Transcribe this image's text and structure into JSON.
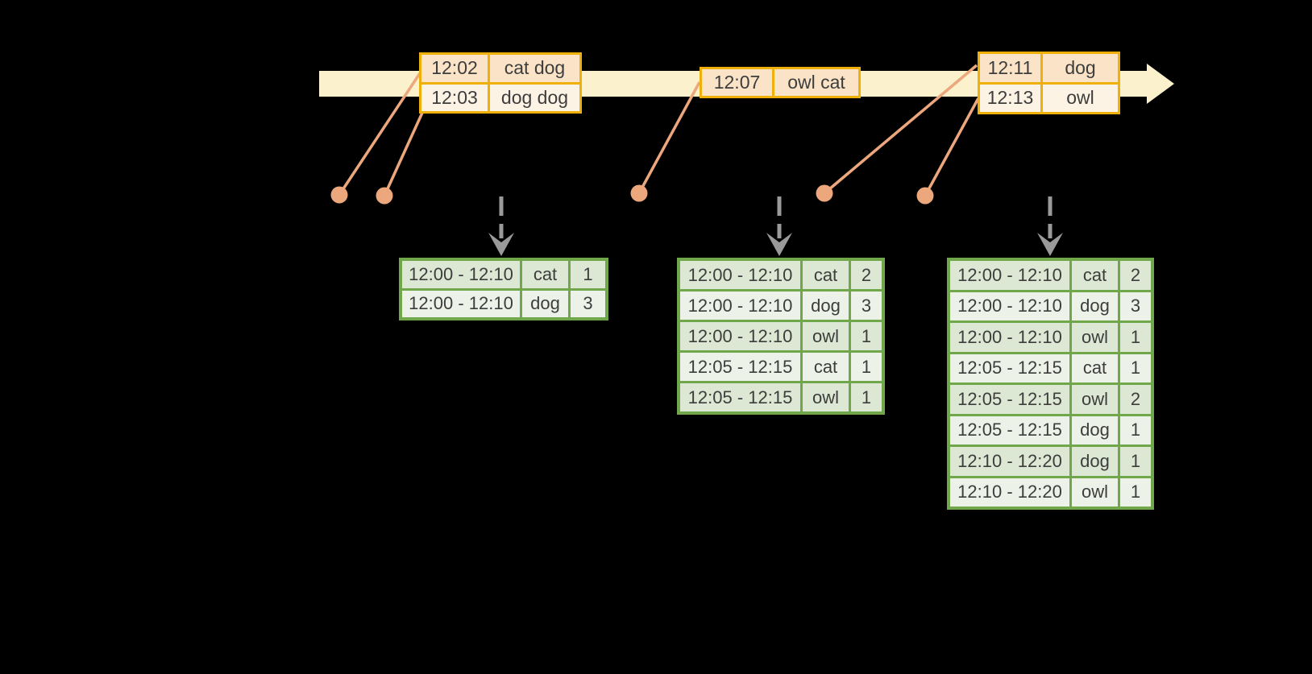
{
  "diagram": {
    "description": "windowed grouped aggregation over event-time stream",
    "colors": {
      "background": "#000000",
      "timeline_fill": "#fcf1cd",
      "event_border": "#f0b00a",
      "event_row_dark": "#fae3c6",
      "event_row_light": "#fdf3e4",
      "connector": "#eca77c",
      "trigger_arrow": "#9a9a9a",
      "result_border": "#71a74b",
      "result_row_dark": "#dce8d3",
      "result_row_light": "#edf2e8",
      "text": "#3d3d3d"
    },
    "event_tables": [
      {
        "rows": [
          [
            "12:02",
            "cat dog"
          ],
          [
            "12:03",
            "dog dog"
          ]
        ]
      },
      {
        "rows": [
          [
            "12:07",
            "owl cat"
          ]
        ]
      },
      {
        "rows": [
          [
            "12:11",
            "dog"
          ],
          [
            "12:13",
            "owl"
          ]
        ]
      }
    ],
    "result_tables": [
      {
        "rows": [
          [
            "12:00 - 12:10",
            "cat",
            "1"
          ],
          [
            "12:00 - 12:10",
            "dog",
            "3"
          ]
        ]
      },
      {
        "rows": [
          [
            "12:00 - 12:10",
            "cat",
            "2"
          ],
          [
            "12:00 - 12:10",
            "dog",
            "3"
          ],
          [
            "12:00 - 12:10",
            "owl",
            "1"
          ],
          [
            "12:05 - 12:15",
            "cat",
            "1"
          ],
          [
            "12:05 - 12:15",
            "owl",
            "1"
          ]
        ]
      },
      {
        "rows": [
          [
            "12:00 - 12:10",
            "cat",
            "2"
          ],
          [
            "12:00 - 12:10",
            "dog",
            "3"
          ],
          [
            "12:00 - 12:10",
            "owl",
            "1"
          ],
          [
            "12:05 - 12:15",
            "cat",
            "1"
          ],
          [
            "12:05 - 12:15",
            "owl",
            "2"
          ],
          [
            "12:05 - 12:15",
            "dog",
            "1"
          ],
          [
            "12:10 - 12:20",
            "dog",
            "1"
          ],
          [
            "12:10 - 12:20",
            "owl",
            "1"
          ]
        ]
      }
    ]
  }
}
